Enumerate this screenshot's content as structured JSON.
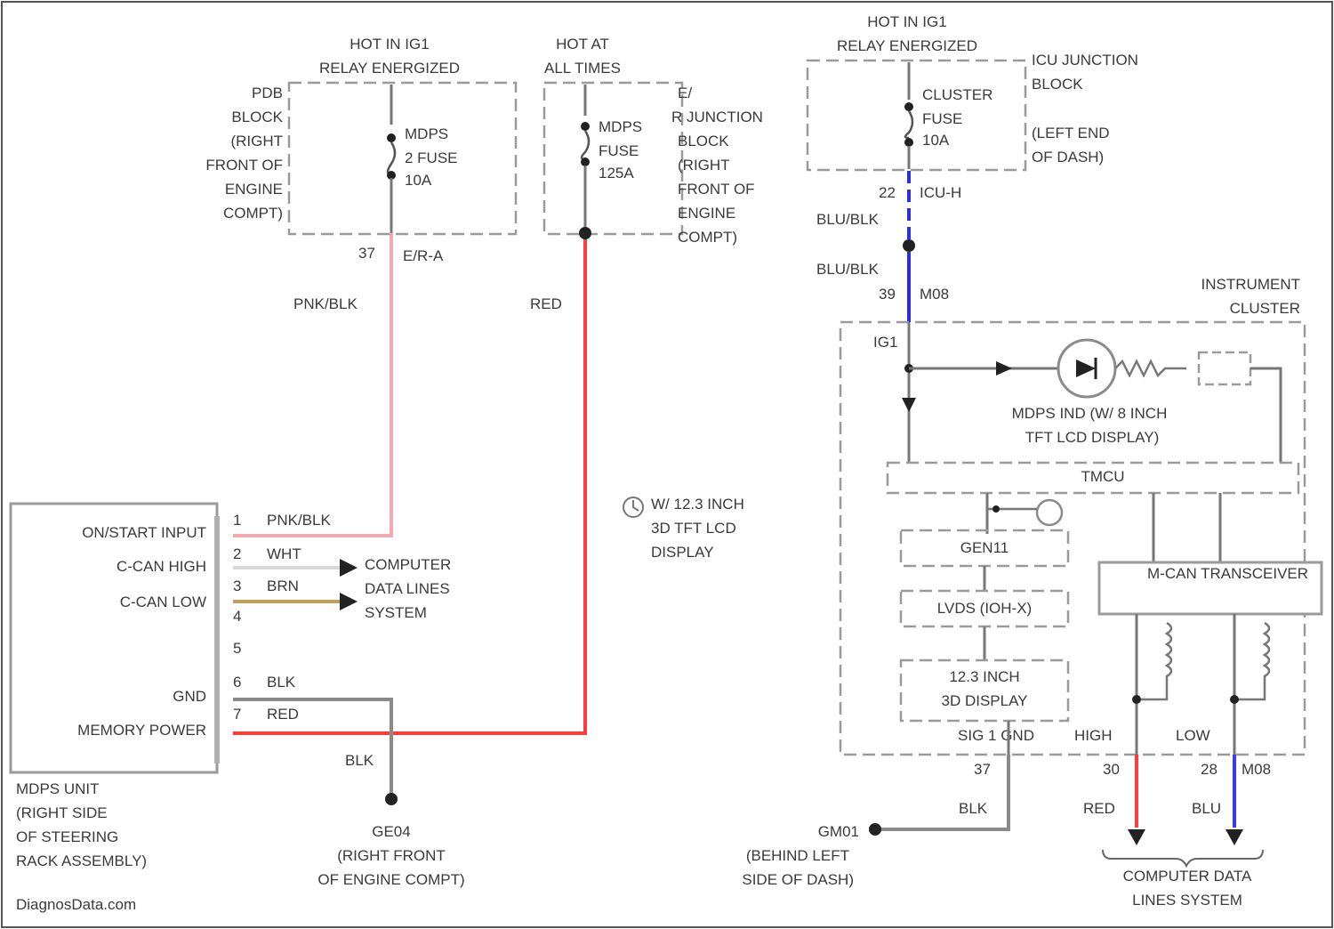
{
  "colors": {
    "pnk_blk": "#f2a9b4",
    "red": "#ff3b3b",
    "blu_blk": "#2f2fd8",
    "blu": "#3a3aee",
    "brn": "#bfa25a",
    "wht": "#d8d8d8",
    "gray": "#8a8a8a"
  },
  "pdb": {
    "hot_label": [
      "HOT IN IG1",
      "RELAY ENERGIZED"
    ],
    "block_label": [
      "PDB",
      "BLOCK",
      "(RIGHT",
      "FRONT OF",
      "ENGINE",
      "COMPT)"
    ],
    "fuse_label": [
      "MDPS",
      "2 FUSE",
      "10A"
    ],
    "connector": "37",
    "connector_id": "E/R-A",
    "wire_color": "PNK/BLK"
  },
  "er_junction": {
    "hot_label": [
      "HOT AT",
      "ALL TIMES"
    ],
    "block_label": [
      "E/",
      "R JUNCTION",
      "BLOCK",
      "(RIGHT",
      "FRONT OF",
      "ENGINE",
      "COMPT)"
    ],
    "fuse_label": [
      "MDPS",
      "FUSE",
      "125A"
    ],
    "wire_color": "RED"
  },
  "icu": {
    "hot_label": [
      "HOT IN IG1",
      "RELAY ENERGIZED"
    ],
    "block_label": [
      "ICU JUNCTION",
      "BLOCK"
    ],
    "location_label": [
      "(LEFT END",
      "OF DASH)"
    ],
    "fuse_label": [
      "CLUSTER",
      "FUSE",
      "10A"
    ],
    "connector": "22",
    "connector_id": "ICU-H",
    "wire_upper": "BLU/BLK",
    "wire_lower": "BLU/BLK",
    "cluster_pin": "39",
    "cluster_conn": "M08"
  },
  "cluster": {
    "title": [
      "INSTRUMENT",
      "CLUSTER"
    ],
    "ig1": "IG1",
    "indicator_label": [
      "MDPS IND (W/ 8 INCH",
      "TFT LCD DISPLAY)"
    ],
    "tmcu": "TMCU",
    "gen": "GEN11",
    "lvds": "LVDS (IOH-X)",
    "display": [
      "12.3 INCH",
      "3D DISPLAY"
    ],
    "transceiver": "M-CAN TRANSCEIVER",
    "sig_gnd": "SIG 1 GND",
    "high": "HIGH",
    "low": "LOW",
    "gnd_pin": "37",
    "high_pin": "30",
    "low_pin": "28",
    "pin_conn": "M08",
    "gnd_wire": "BLK",
    "high_wire": "RED",
    "low_wire": "BLU"
  },
  "note_text": [
    "W/ 12.3 INCH",
    "3D TFT LCD",
    "DISPLAY"
  ],
  "note_icon": "clock-icon",
  "gm01": {
    "name": "GM01",
    "location": [
      "(BEHIND LEFT",
      "SIDE OF DASH)"
    ]
  },
  "cdls_bottom": [
    "COMPUTER DATA",
    "LINES SYSTEM"
  ],
  "mdps_unit": {
    "pins": [
      {
        "num": "1",
        "label": "ON/START INPUT",
        "wire": "PNK/BLK"
      },
      {
        "num": "2",
        "label": "C-CAN HIGH",
        "wire": "WHT"
      },
      {
        "num": "3",
        "label": "C-CAN LOW",
        "wire": "BRN"
      },
      {
        "num": "4",
        "label": "",
        "wire": ""
      },
      {
        "num": "5",
        "label": "",
        "wire": ""
      },
      {
        "num": "6",
        "label": "GND",
        "wire": "BLK"
      },
      {
        "num": "7",
        "label": "MEMORY POWER",
        "wire": "RED"
      }
    ],
    "caption": [
      "MDPS UNIT",
      "(RIGHT SIDE",
      "OF STEERING",
      "RACK ASSEMBLY)"
    ],
    "cdls": [
      "COMPUTER",
      "DATA LINES",
      "SYSTEM"
    ],
    "blk_lower": "BLK"
  },
  "ge04": {
    "name": "GE04",
    "location": [
      "(RIGHT FRONT",
      "OF ENGINE COMPT)"
    ]
  },
  "watermark": "DiagnosData.com"
}
